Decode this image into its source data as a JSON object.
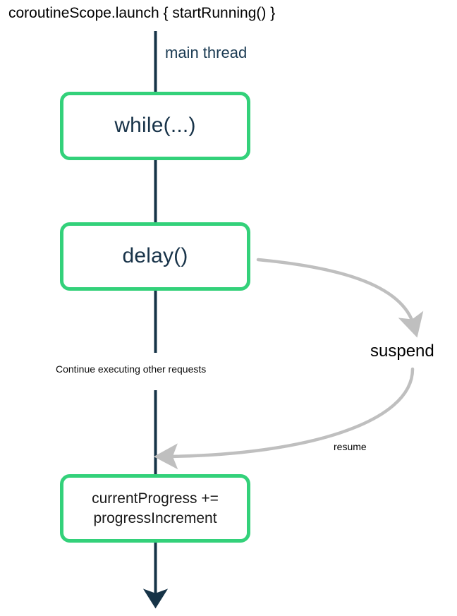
{
  "diagram": {
    "title": "coroutineScope.launch { startRunning() }",
    "thread_label": "main thread",
    "continue_note": "Continue executing other requests",
    "nodes": [
      {
        "id": "while",
        "label": "while(...)"
      },
      {
        "id": "delay",
        "label": "delay()"
      },
      {
        "id": "progress",
        "label": "currentProgress +=\nprogressIncrement"
      }
    ],
    "edges": [
      {
        "id": "suspend",
        "label": "suspend"
      },
      {
        "id": "resume",
        "label": "resume"
      }
    ],
    "colors": {
      "node_border": "#33d17a",
      "thread_line": "#163347",
      "edge_arrow": "#bfbfbf",
      "node_text": "#183349",
      "code_text": "#1a1a1a"
    }
  }
}
